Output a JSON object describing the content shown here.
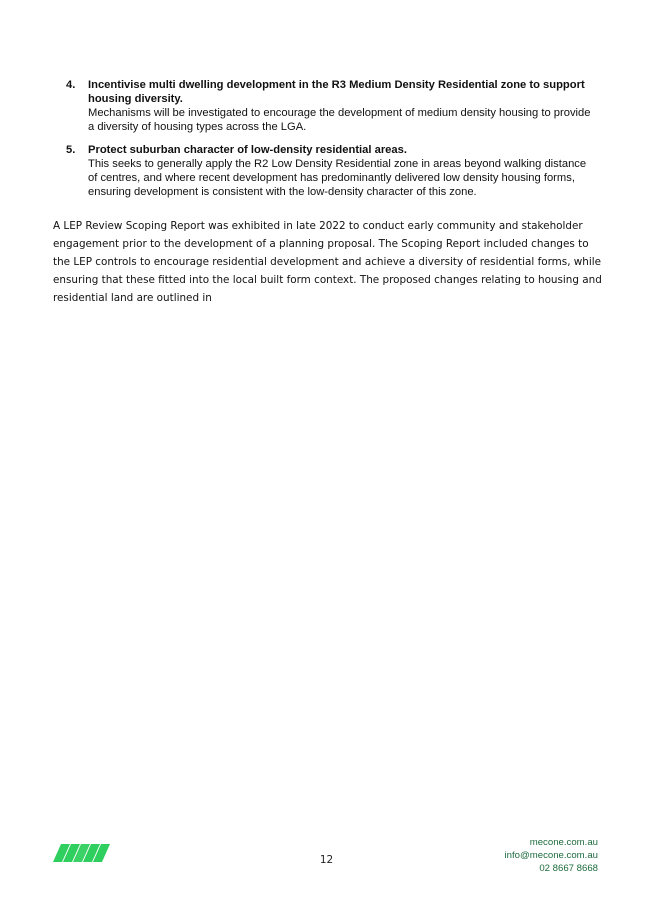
{
  "list_items": [
    {
      "number": "4.",
      "title": "Incentivise multi dwelling development in the R3 Medium Density Residential zone to support housing diversity.",
      "text": "Mechanisms will be investigated to encourage the development of medium density housing to provide a diversity of housing types across the LGA."
    },
    {
      "number": "5.",
      "title": "Protect suburban character of low-density residential areas.",
      "text": "This seeks to generally apply the R2 Low Density Residential zone in areas beyond walking distance of centres, and where recent development has predominantly delivered low density housing forms, ensuring development is consistent with the low-density character of this zone."
    }
  ],
  "paragraph": "A LEP Review Scoping Report was exhibited in late 2022 to conduct early community and stakeholder engagement prior to the development of a planning proposal. The Scoping Report included changes to the LEP controls to encourage residential development and achieve a diversity of residential forms, while ensuring that these fitted into the local built form context. The proposed changes relating to housing and residential land are outlined in",
  "footer": {
    "page_number": "12",
    "website": "mecone.com.au",
    "email": "info@mecone.com.au",
    "phone": "02 8667 8668",
    "logo_color": "#2fcf5f",
    "text_color": "#1d6b3e"
  }
}
